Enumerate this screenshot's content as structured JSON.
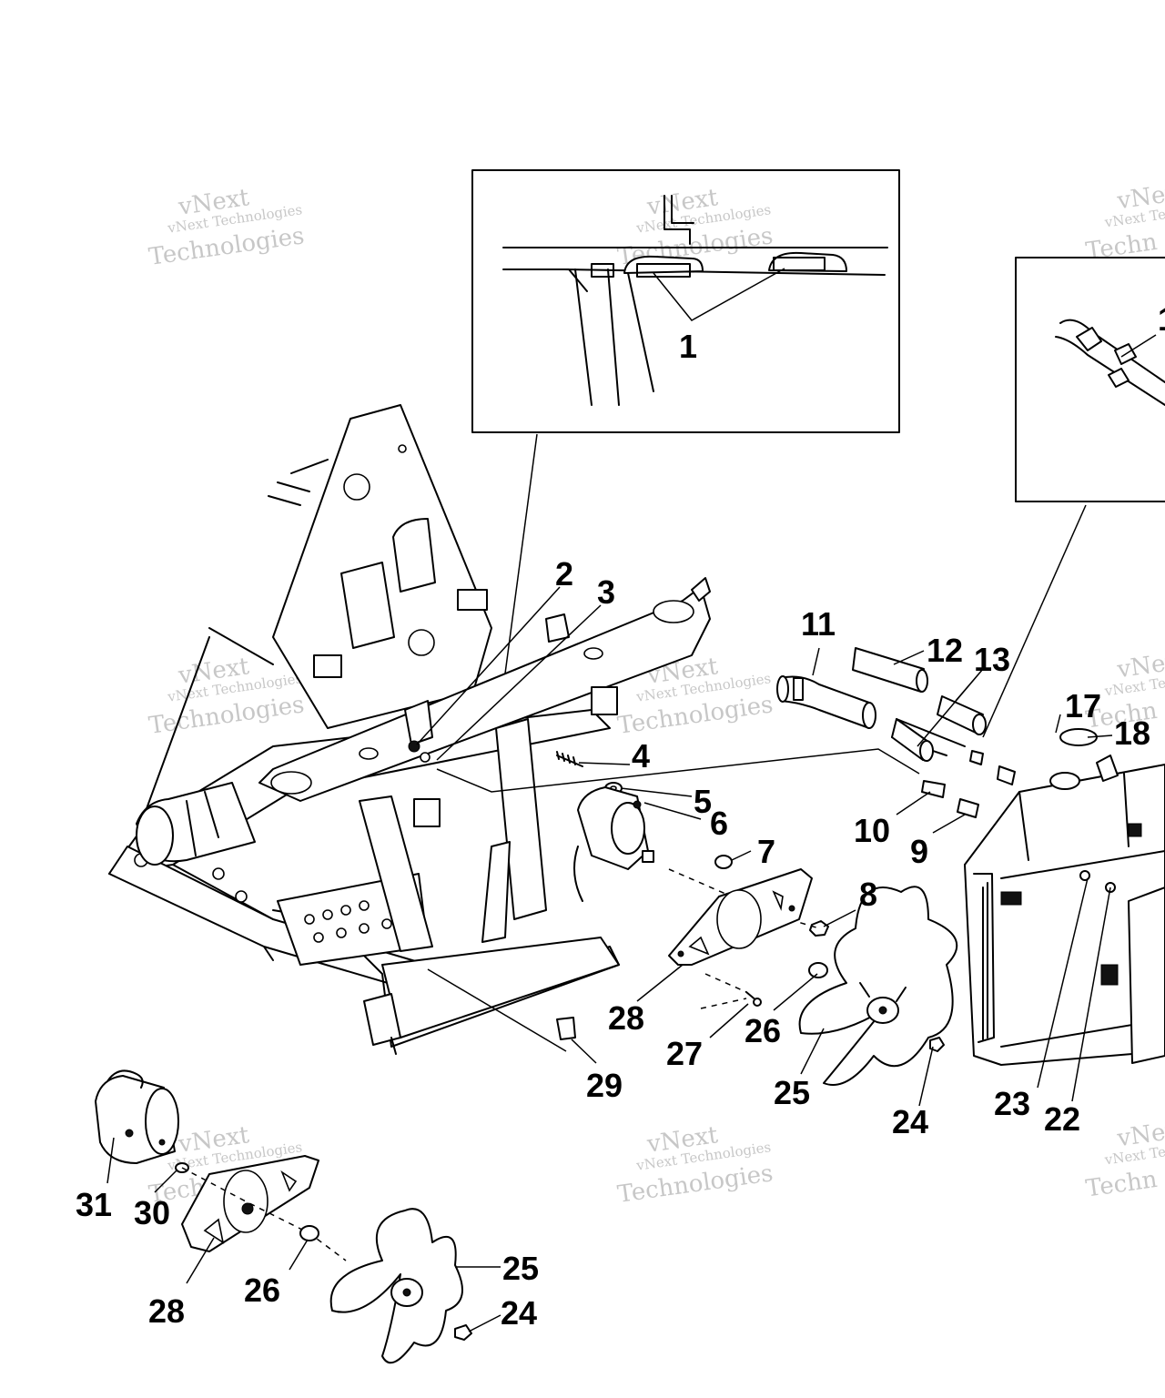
{
  "watermark": {
    "line1": "vNext",
    "line2": "vNext Technologies",
    "line3": "Technologies",
    "partial1": "vNex",
    "partial2": "vNext Te",
    "partial3": "Techn"
  },
  "callouts": [
    {
      "id": "c1",
      "label": "1"
    },
    {
      "id": "c2",
      "label": "2"
    },
    {
      "id": "c3",
      "label": "3"
    },
    {
      "id": "c4",
      "label": "4"
    },
    {
      "id": "c5",
      "label": "5"
    },
    {
      "id": "c6",
      "label": "6"
    },
    {
      "id": "c7",
      "label": "7"
    },
    {
      "id": "c8",
      "label": "8"
    },
    {
      "id": "c9",
      "label": "9"
    },
    {
      "id": "c10",
      "label": "10"
    },
    {
      "id": "c11",
      "label": "11"
    },
    {
      "id": "c12",
      "label": "12"
    },
    {
      "id": "c13",
      "label": "13"
    },
    {
      "id": "c17",
      "label": "17"
    },
    {
      "id": "c18",
      "label": "18"
    },
    {
      "id": "c22",
      "label": "22"
    },
    {
      "id": "c23",
      "label": "23"
    },
    {
      "id": "c24a",
      "label": "24"
    },
    {
      "id": "c25a",
      "label": "25"
    },
    {
      "id": "c26a",
      "label": "26"
    },
    {
      "id": "c27",
      "label": "27"
    },
    {
      "id": "c28a",
      "label": "28"
    },
    {
      "id": "c29",
      "label": "29"
    },
    {
      "id": "c31",
      "label": "31"
    },
    {
      "id": "c30",
      "label": "30"
    },
    {
      "id": "c28b",
      "label": "28"
    },
    {
      "id": "c26b",
      "label": "26"
    },
    {
      "id": "c25b",
      "label": "25"
    },
    {
      "id": "c24b",
      "label": "24"
    },
    {
      "id": "c14",
      "label": "1"
    }
  ]
}
